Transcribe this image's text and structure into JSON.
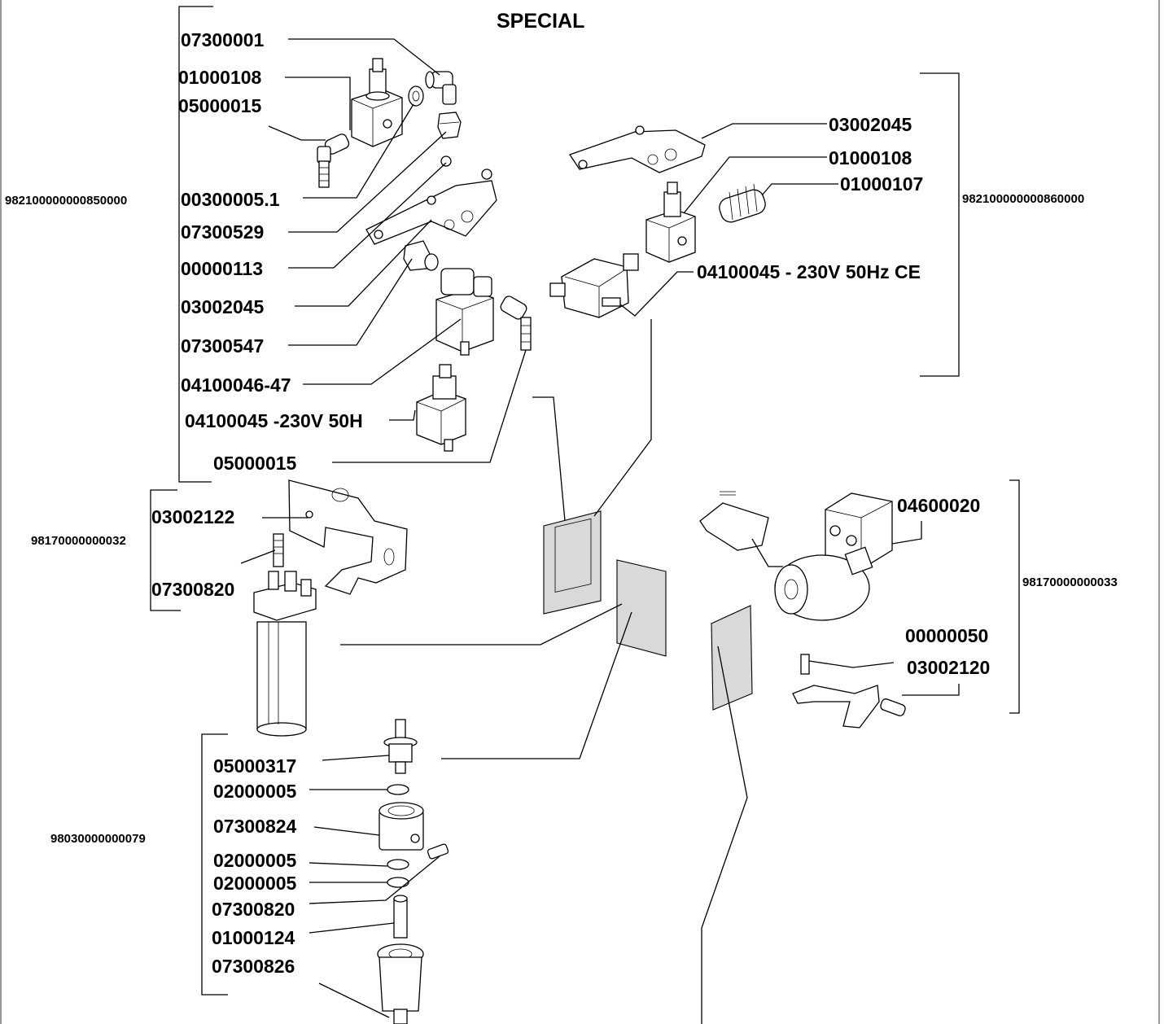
{
  "title": "SPECIAL",
  "groups": {
    "g1": "982100000000850000",
    "g2": "982100000000860000",
    "g3": "98170000000032",
    "g4": "98170000000033",
    "g5": "98030000000079"
  },
  "labels": {
    "l01": "07300001",
    "l02": "01000108",
    "l03": "05000015",
    "l04": "00300005.1",
    "l05": "07300529",
    "l06": "00000113",
    "l07": "03002045",
    "l08": "07300547",
    "l09": "04100046-47",
    "l10": "04100045 -230V 50H",
    "l11": "05000015",
    "l12": "03002045",
    "l13": "01000108",
    "l14": "01000107",
    "l15": "04100045 - 230V 50Hz CE",
    "l16": "03002122",
    "l17": "07300820",
    "l18": "04600020",
    "l19": "00000050",
    "l20": "03002120",
    "l21": "05000317",
    "l22": "02000005",
    "l23": "07300824",
    "l24": "02000005",
    "l25": "02000005",
    "l26": "07300820",
    "l27": "01000124",
    "l28": "07300826"
  }
}
